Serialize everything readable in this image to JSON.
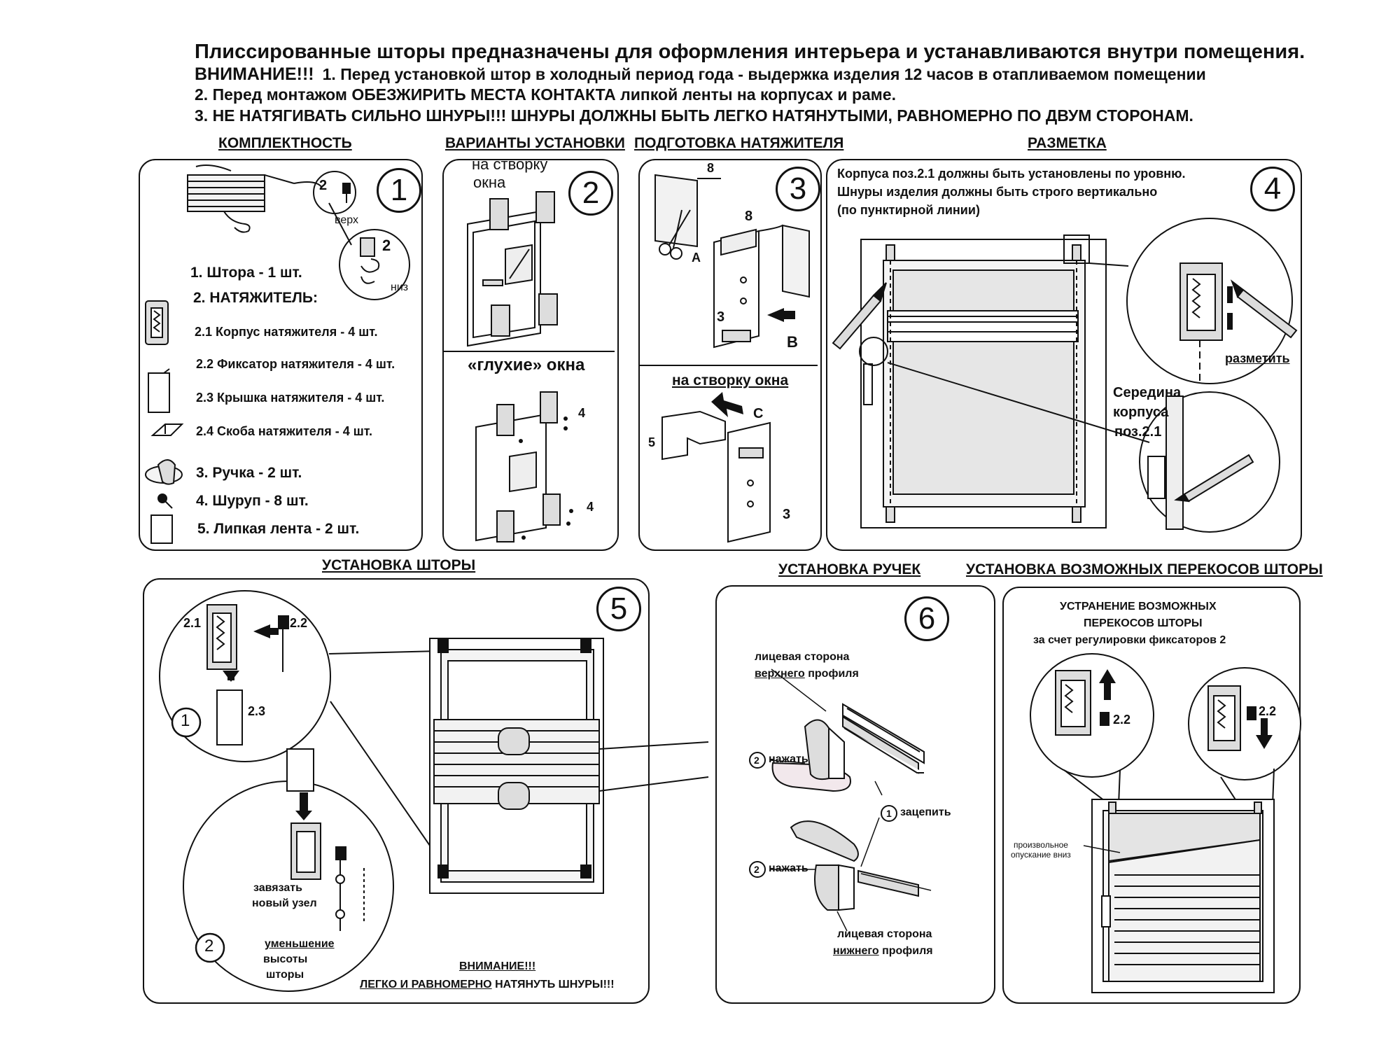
{
  "header": {
    "line1": "Плиссированные шторы предназначены для оформления интерьера и устанавливаются внутри помещения.",
    "warning_label": "ВНИМАНИЕ!!!",
    "line2": "1. Перед установкой штор в холодный период года - выдержка изделия 12 часов в отапливаемом помещении",
    "line3": "2. Перед монтажом ОБЕЗЖИРИТЬ МЕСТА КОНТАКТА липкой ленты на корпусах и раме.",
    "line4": "3. НЕ НАТЯГИВАТЬ СИЛЬНО ШНУРЫ!!! ШНУРЫ ДОЛЖНЫ БЫТЬ ЛЕГКО НАТЯНУТЫМИ, РАВНОМЕРНО ПО ДВУМ СТОРОНАМ."
  },
  "sections": {
    "s1": "КОМПЛЕКТНОСТЬ",
    "s2": "ВАРИАНТЫ УСТАНОВКИ",
    "s3": "ПОДГОТОВКА НАТЯЖИТЕЛЯ",
    "s4": "РАЗМЕТКА",
    "s5": "УСТАНОВКА ШТОРЫ",
    "s6": "УСТАНОВКА РУЧЕК",
    "s7": "УСТАНОВКА ВОЗМОЖНЫХ ПЕРЕКОСОВ ШТОРЫ"
  },
  "steps": [
    "1",
    "2",
    "3",
    "4",
    "5",
    "6"
  ],
  "panel1": {
    "num_2_top": "2",
    "verh": "верх",
    "num_2_mid": "2",
    "niz": "низ",
    "items": [
      "1. Штора - 1 шт.",
      "2. НАТЯЖИТЕЛЬ:",
      "2.1 Корпус натяжителя - 4 шт.",
      "2.2 Фиксатор натяжителя - 4 шт.",
      "2.3 Крышка натяжителя - 4 шт.",
      "2.4 Скоба натяжителя - 4 шт.",
      "3. Ручка - 2 шт.",
      "4. Шуруп - 8 шт.",
      "5. Липкая лента - 2 шт."
    ]
  },
  "panel2": {
    "top_line1": "на створку",
    "top_line2": "окна",
    "bottom": "«глухие» окна",
    "screw_top": "4",
    "screw_bottom": "4"
  },
  "panel3": {
    "l8a": "8",
    "l8b": "8",
    "lA": "A",
    "l3": "3",
    "lB": "B",
    "sub": "на створку окна",
    "lC": "C",
    "l5": "5",
    "l3b": "3"
  },
  "panel4": {
    "text1": "Корпуса поз.2.1 должны быть установлены по уровню.",
    "text2": "Шнуры изделия должны быть строго вертикально",
    "text3": "(по пунктирной линии)",
    "mark": "разметить",
    "mid1": "Середина",
    "mid2": "корпуса",
    "mid3": "поз.2.1"
  },
  "panel5": {
    "l21": "2.1",
    "l22": "2.2",
    "l23": "2.3",
    "c1": "1",
    "c2": "2",
    "knot1": "завязать",
    "knot2": "новый узел",
    "red1": "уменьшение",
    "red2": "высоты",
    "red3": "шторы",
    "att1": "ВНИМАНИЕ!!!",
    "att2a": "ЛЕГКО И РАВНОМЕРНО",
    "att2b": " НАТЯНУТЬ ШНУРЫ!!!"
  },
  "panel6": {
    "face_top1": "лицевая сторона",
    "face_top2a": "верхнего",
    "face_top2b": " профиля",
    "press1_num": "2",
    "press1": "нажать",
    "hook_num": "1",
    "hook": "зацепить",
    "press2_num": "2",
    "press2": "нажать",
    "face_bot1": "лицевая сторона",
    "face_bot2a": "нижнего",
    "face_bot2b": " профиля"
  },
  "panel7": {
    "title1": "УСТРАНЕНИЕ ВОЗМОЖНЫХ",
    "title2": "ПЕРЕКОСОВ ШТОРЫ",
    "title3": "за счет регулировки фиксаторов 2",
    "l22a": "2.2",
    "l22b": "2.2",
    "drop1": "произвольное",
    "drop2": "опускание вниз"
  }
}
